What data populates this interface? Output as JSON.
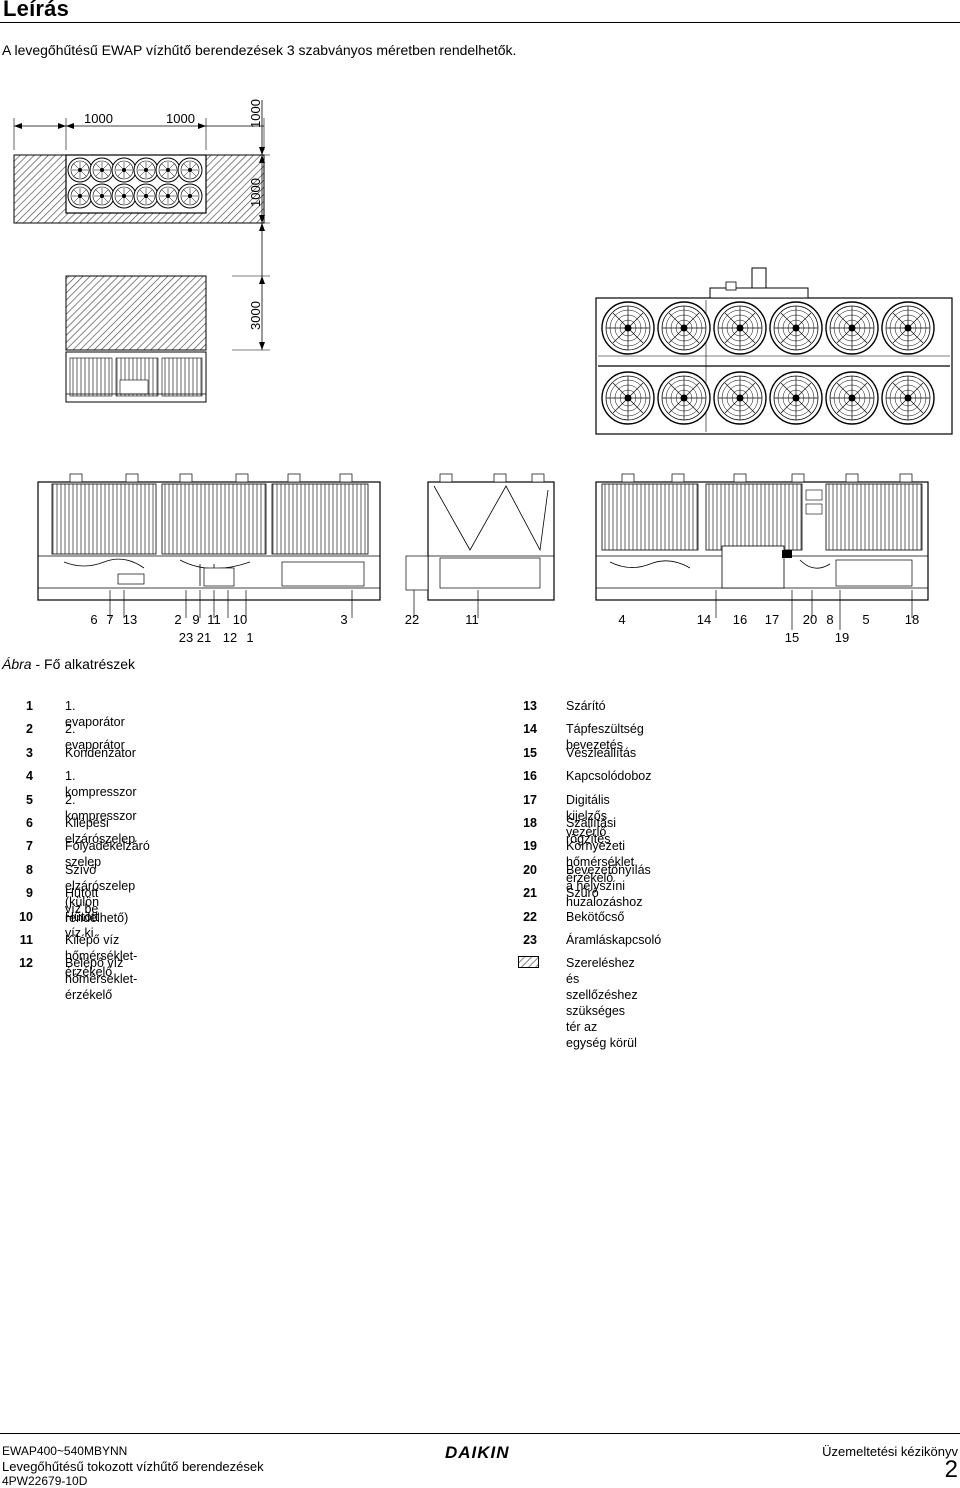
{
  "header": {
    "title": "Leírás"
  },
  "intro": "A levegőhűtésű EWAP vízhűtő berendezések 3 szabványos méretben rendelhetők.",
  "figure": {
    "dimensions": {
      "top_left": "1000",
      "top_right": "1000",
      "side_top": "1000",
      "side_mid": "1000",
      "side_bottom": "3000"
    },
    "callouts_row1": [
      "6",
      "7",
      "13",
      "2",
      "9",
      "11",
      "10",
      "3",
      "22",
      "11",
      "4",
      "14",
      "16",
      "17",
      "20",
      "8",
      "5",
      "18"
    ],
    "callouts_row2": [
      "23",
      "21",
      "12",
      "1",
      "15",
      "19"
    ]
  },
  "caption": {
    "prefix": "Ábra",
    "text": " - Fő alkatrészek"
  },
  "legend_left": [
    {
      "num": "1",
      "text": "1. evaporátor"
    },
    {
      "num": "2",
      "text": "2. evaporátor"
    },
    {
      "num": "3",
      "text": "Kondenzátor"
    },
    {
      "num": "4",
      "text": "1. kompresszor"
    },
    {
      "num": "5",
      "text": "2. kompresszor"
    },
    {
      "num": "6",
      "text": "Kilépési elzárószelep"
    },
    {
      "num": "7",
      "text": "Folyadékelzáró szelep"
    },
    {
      "num": "8",
      "text": "Szívó elzárószelep (külön rendelhető)"
    },
    {
      "num": "9",
      "text": "Hűtött víz be"
    },
    {
      "num": "10",
      "text": "Hűtött víz ki"
    },
    {
      "num": "11",
      "text": "Kilépő víz hőmérséklet-érzékelő"
    },
    {
      "num": "12",
      "text": "Belépő víz hőmérséklet-érzékelő"
    }
  ],
  "legend_right": [
    {
      "num": "13",
      "text": "Szárító"
    },
    {
      "num": "14",
      "text": "Tápfeszültség bevezetés"
    },
    {
      "num": "15",
      "text": "Vészleállítás"
    },
    {
      "num": "16",
      "text": "Kapcsolódoboz"
    },
    {
      "num": "17",
      "text": "Digitális kijelzős vezérlő"
    },
    {
      "num": "18",
      "text": "Szállítási rögzítés"
    },
    {
      "num": "19",
      "text": "Környezeti hőmérséklet érzékelő"
    },
    {
      "num": "20",
      "text": "Bevezetőnyílás a helyszíni huzalozáshoz"
    },
    {
      "num": "21",
      "text": "Szűrő"
    },
    {
      "num": "22",
      "text": "Bekötőcső"
    },
    {
      "num": "23",
      "text": "Áramláskapcsoló"
    }
  ],
  "legend_hatch_text": "Szereléshez és szellőzéshez szükséges tér az egység körül",
  "footer": {
    "model": "EWAP400~540MBYNN",
    "subtitle": "Levegőhűtésű tokozott vízhűtő berendezések",
    "doc_code": "4PW22679-10D",
    "brand": "DAIKIN",
    "manual": "Üzemeltetési kézikönyv",
    "page": "2"
  }
}
